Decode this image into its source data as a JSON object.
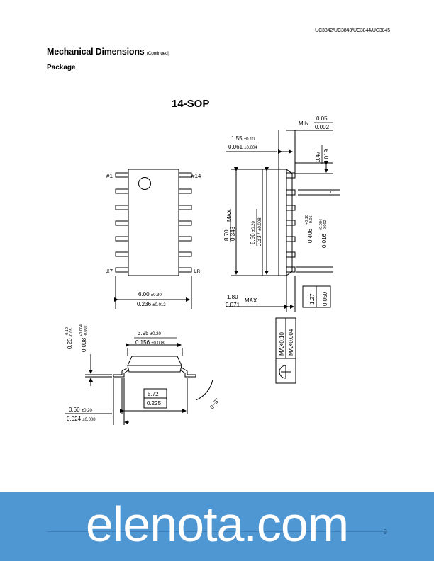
{
  "header": {
    "part_numbers": "UC3842/UC3843/UC3844/UC3845"
  },
  "section": {
    "title": "Mechanical Dimensions",
    "subtitle": "(Continued)"
  },
  "package_label": "Package",
  "drawing": {
    "title": "14-SOP",
    "top_view": {
      "pin1": "#1",
      "pin14": "#14",
      "pin7": "#7",
      "pin8": "#8",
      "width_mm": "6.00",
      "width_mm_tol": "±0.30",
      "width_in": "0.236",
      "width_in_tol": "±0.012"
    },
    "side_view": {
      "lead_mm": "1.55",
      "lead_mm_tol": "±0.10",
      "lead_in": "0.061",
      "lead_in_tol": "±0.004",
      "min_label": "MIN",
      "min_mm": "0.05",
      "min_in": "0.002",
      "t_mm": "0.47",
      "t_in": "0.019",
      "len_max_mm": "8.70",
      "len_max_in": "0.343",
      "max_label": "MAX",
      "body_mm": "8.56",
      "body_mm_tol": "±0.20",
      "body_in": "0.337",
      "body_in_tol": "±0.008",
      "lw_mm": "0.406",
      "lw_mm_tol_plus": "+0.10",
      "lw_mm_tol_minus": "-0.05",
      "lw_in": "0.016",
      "lw_in_tol_plus": "+0.004",
      "lw_in_tol_minus": "-0.002",
      "h_mm": "1.80",
      "h_in": "0.071",
      "h_max": "MAX",
      "pitch_mm": "1.27",
      "pitch_in": "0.050"
    },
    "end_view": {
      "lt_mm": "0.20",
      "lt_mm_tol_plus": "+0.10",
      "lt_mm_tol_minus": "-0.05",
      "lt_in": "0.008",
      "lt_in_tol_plus": "+0.004",
      "lt_in_tol_minus": "-0.002",
      "bw_mm": "3.95",
      "bw_mm_tol": "±0.20",
      "bw_in": "0.156",
      "bw_in_tol": "±0.008",
      "span_mm": "5.72",
      "span_in": "0.225",
      "foot_mm": "0.60",
      "foot_mm_tol": "±0.20",
      "foot_in": "0.024",
      "foot_in_tol": "±0.008",
      "angle": "0~8°"
    },
    "tolerance_box": {
      "max1": "MAX0.10",
      "max2": "MAX0.004"
    }
  },
  "footer": {
    "logo": "elenota.com",
    "page_number": "9"
  }
}
